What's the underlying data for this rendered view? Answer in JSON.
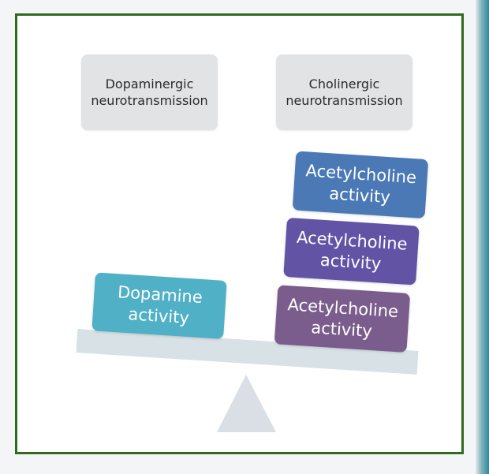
{
  "labels": {
    "left": "Dopaminergic\nneurotransmission",
    "right": "Cholinergic\nneurotransmission"
  },
  "blocks": {
    "dopamine": "Dopamine\nactivity",
    "acetylcholine_top": "Acetylcholine\nactivity",
    "acetylcholine_middle": "Acetylcholine\nactivity",
    "acetylcholine_bottom": "Acetylcholine\nactivity"
  },
  "colors": {
    "frame_border": "#2e6b1e",
    "label_box": "#e2e3e5",
    "dopamine": "#4fb0c6",
    "acetylcholine_top": "#4a79b5",
    "acetylcholine_middle": "#6353a5",
    "acetylcholine_bottom": "#7b5d8d",
    "beam": "#d7e1e6",
    "fulcrum": "#d9dfe4"
  }
}
